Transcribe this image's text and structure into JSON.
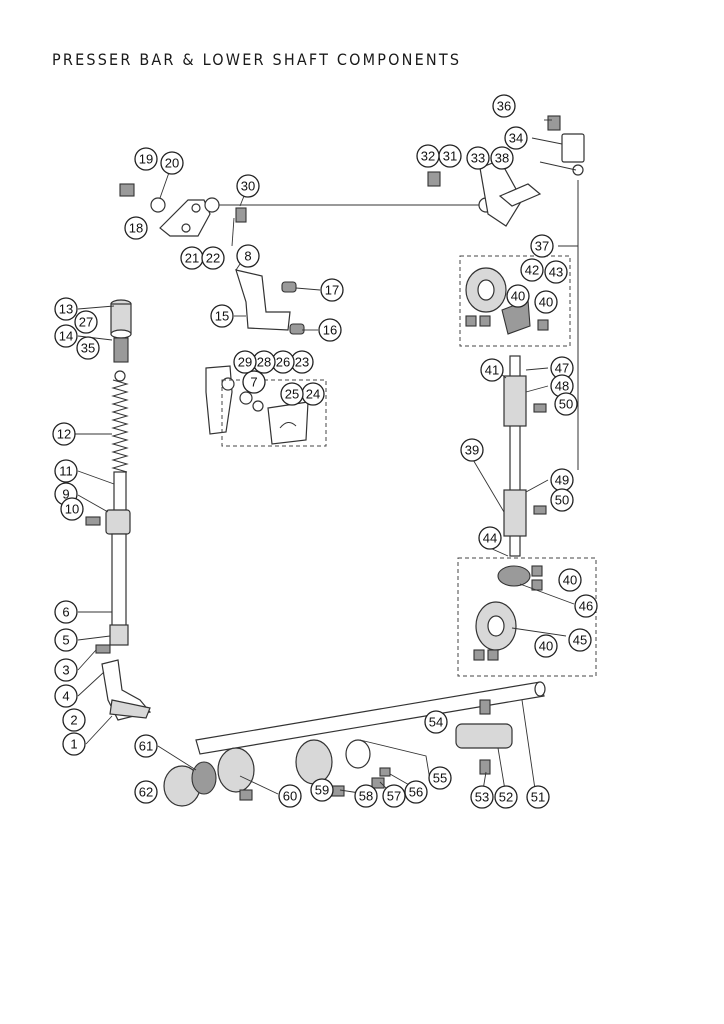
{
  "title": "PRESSER BAR & LOWER SHAFT COMPONENTS",
  "callouts": [
    {
      "n": "1"
    },
    {
      "n": "2"
    },
    {
      "n": "3"
    },
    {
      "n": "4"
    },
    {
      "n": "5"
    },
    {
      "n": "6"
    },
    {
      "n": "7"
    },
    {
      "n": "8"
    },
    {
      "n": "9"
    },
    {
      "n": "10"
    },
    {
      "n": "11"
    },
    {
      "n": "12"
    },
    {
      "n": "13"
    },
    {
      "n": "14"
    },
    {
      "n": "15"
    },
    {
      "n": "16"
    },
    {
      "n": "17"
    },
    {
      "n": "18"
    },
    {
      "n": "19"
    },
    {
      "n": "20"
    },
    {
      "n": "21"
    },
    {
      "n": "22"
    },
    {
      "n": "23"
    },
    {
      "n": "24"
    },
    {
      "n": "25"
    },
    {
      "n": "26"
    },
    {
      "n": "27"
    },
    {
      "n": "28"
    },
    {
      "n": "29"
    },
    {
      "n": "30"
    },
    {
      "n": "31"
    },
    {
      "n": "32"
    },
    {
      "n": "33"
    },
    {
      "n": "34"
    },
    {
      "n": "35"
    },
    {
      "n": "36"
    },
    {
      "n": "37"
    },
    {
      "n": "38"
    },
    {
      "n": "39"
    },
    {
      "n": "40"
    },
    {
      "n": "40"
    },
    {
      "n": "40"
    },
    {
      "n": "40"
    },
    {
      "n": "41"
    },
    {
      "n": "42"
    },
    {
      "n": "43"
    },
    {
      "n": "44"
    },
    {
      "n": "45"
    },
    {
      "n": "46"
    },
    {
      "n": "47"
    },
    {
      "n": "48"
    },
    {
      "n": "49"
    },
    {
      "n": "50"
    },
    {
      "n": "50"
    },
    {
      "n": "51"
    },
    {
      "n": "52"
    },
    {
      "n": "53"
    },
    {
      "n": "54"
    },
    {
      "n": "55"
    },
    {
      "n": "56"
    },
    {
      "n": "57"
    },
    {
      "n": "58"
    },
    {
      "n": "59"
    },
    {
      "n": "60"
    },
    {
      "n": "61"
    },
    {
      "n": "62"
    }
  ]
}
